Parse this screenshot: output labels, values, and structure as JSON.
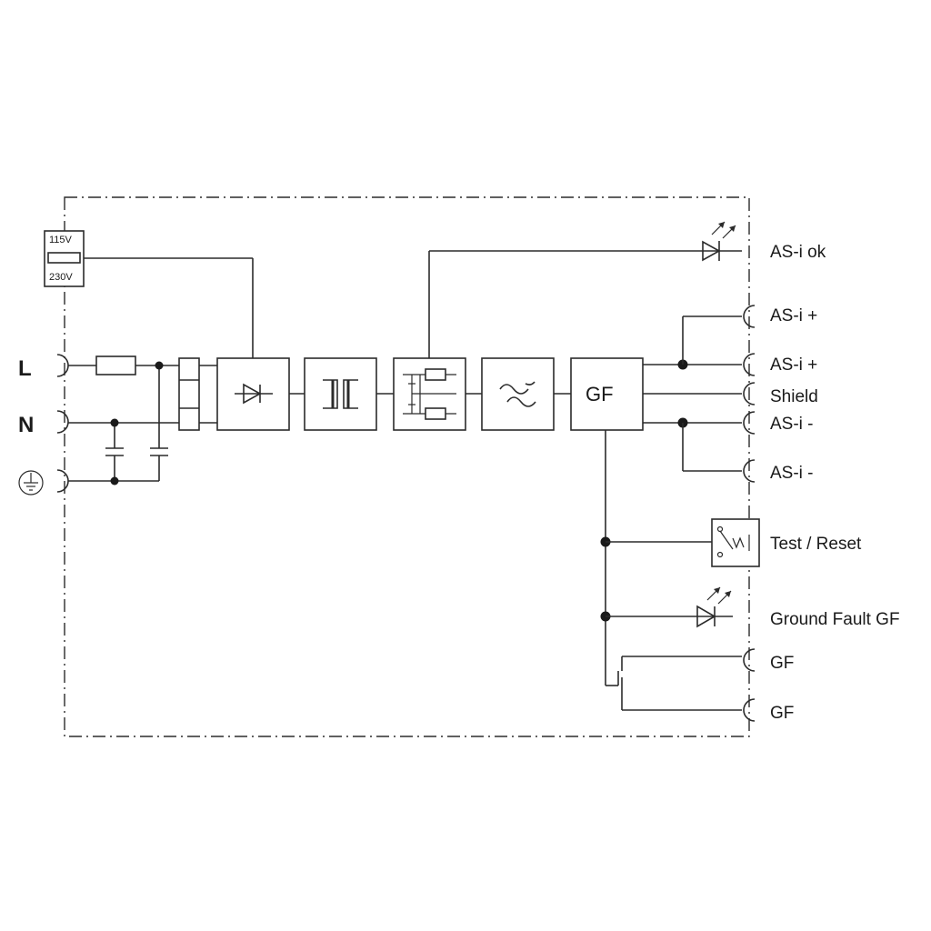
{
  "terminals": {
    "L": "L",
    "N": "N",
    "asi_ok": "AS-i ok",
    "asi_plus_1": "AS-i +",
    "asi_plus_2": "AS-i +",
    "shield": "Shield",
    "asi_minus_1": "AS-i -",
    "asi_minus_2": "AS-i -",
    "test_reset": "Test / Reset",
    "ground_fault": "Ground Fault GF",
    "gf_1": "GF",
    "gf_2": "GF"
  },
  "voltage_selector": {
    "top": "115V",
    "bottom": "230V"
  },
  "blocks": {
    "gf_block": "GF"
  }
}
